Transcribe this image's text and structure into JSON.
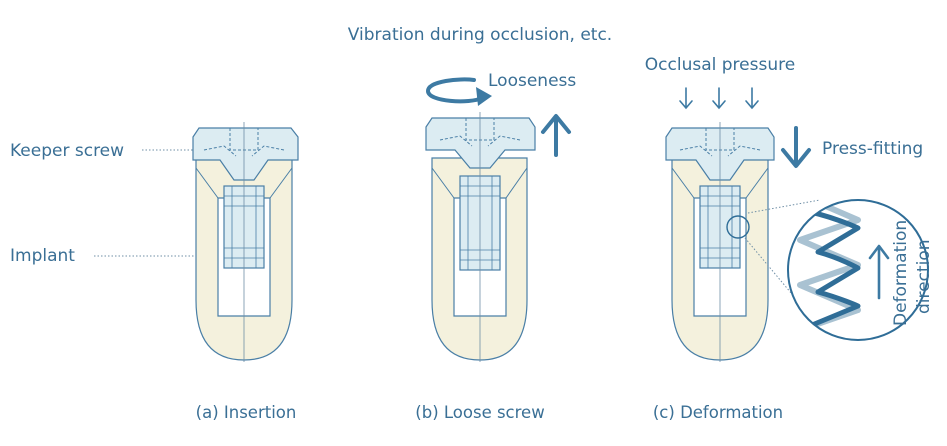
{
  "top_label": "Vibration during occlusion, etc.",
  "labels": {
    "keeper_screw": "Keeper screw",
    "implant": "Implant",
    "looseness": "Looseness",
    "occlusal_pressure": "Occlusal pressure",
    "press_fitting": "Press-fitting",
    "deformation_direction_line1": "Deformation",
    "deformation_direction_line2": "direction"
  },
  "captions": {
    "a": "(a) Insertion",
    "b": "(b) Loose screw",
    "c": "(c) Deformation"
  },
  "colors": {
    "ink": "#3a6f95",
    "implant_fill": "#f4f1dd",
    "screw_fill": "#dcecf2",
    "arrow": "#3d7aa3",
    "dark_spring": "#2f6d97",
    "light_spring": "#a9c2d2"
  }
}
